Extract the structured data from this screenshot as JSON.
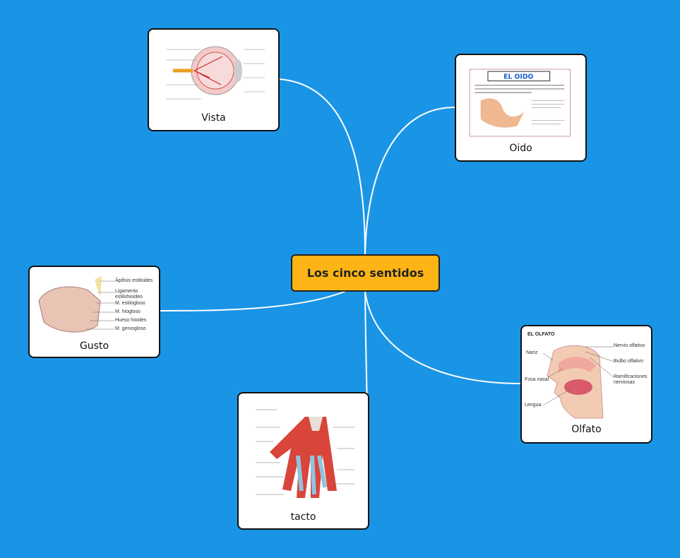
{
  "central_topic": "Los cinco sentidos",
  "colors": {
    "background": "#1a95e6",
    "central": "#fdb515",
    "link": "#ffffff"
  },
  "topics": {
    "vista": {
      "label": "Vista"
    },
    "oido": {
      "label": "Oido",
      "image_title": "EL OIDO"
    },
    "gusto": {
      "label": "Gusto",
      "image_labels": [
        "Ápifisis estiloides",
        "Ligamento estilohioideo",
        "M. estilogloso",
        "M. hiogloso",
        "Hueso hioides",
        "M. geniogloso"
      ]
    },
    "olfato": {
      "label": "Olfato",
      "image_title": "EL OLFATO",
      "image_labels": [
        "Nervio olfativo",
        "Bulbo olfativo",
        "Ramificaciones nerviosas",
        "Nariz",
        "Fosa nasal",
        "Lengua"
      ]
    },
    "tacto": {
      "label": "tacto"
    }
  }
}
